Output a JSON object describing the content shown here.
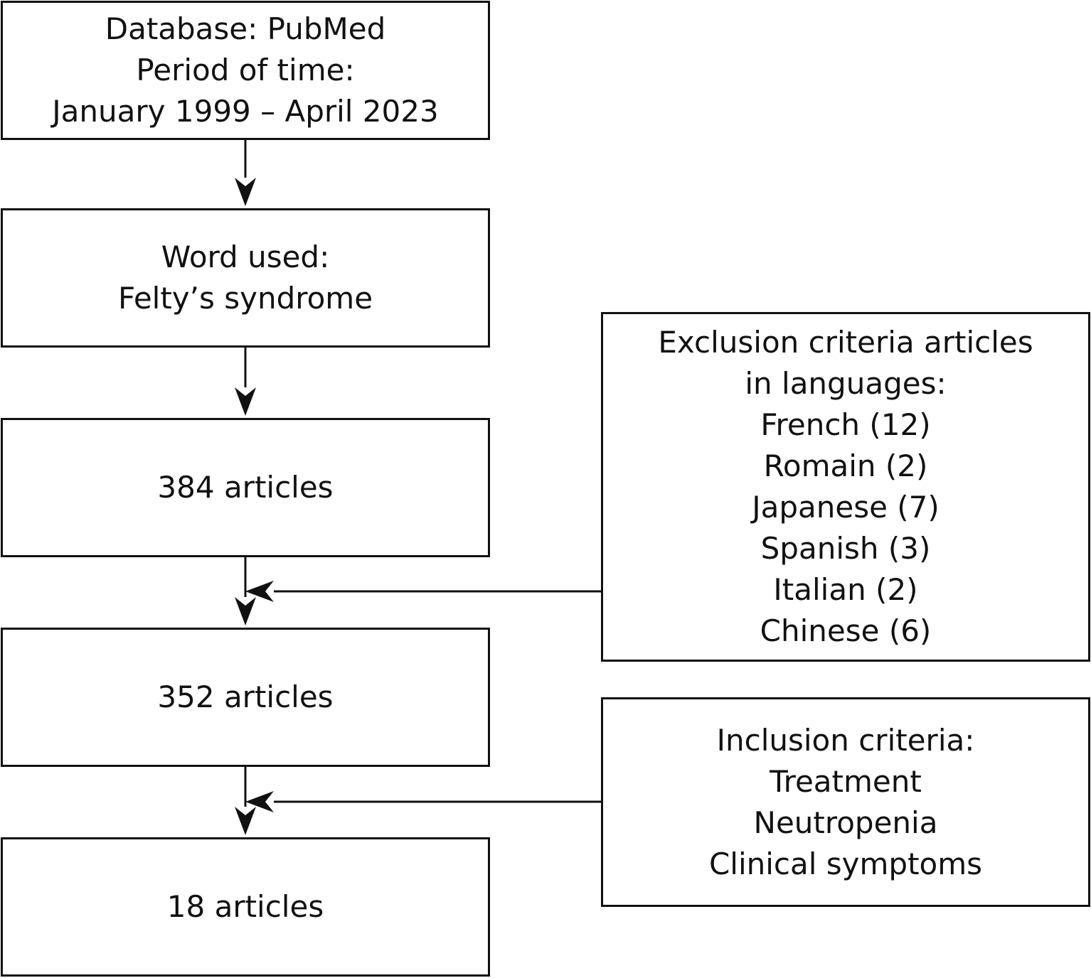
{
  "boxes": {
    "database": {
      "lines": [
        "Database: PubMed",
        "Period of time:",
        "January 1999 – April 2023"
      ]
    },
    "word": {
      "lines": [
        "Word used:",
        "Felty’s syndrome"
      ]
    },
    "count_384": {
      "text": "384 articles"
    },
    "count_352": {
      "text": "352 articles"
    },
    "count_18": {
      "text": "18 articles"
    },
    "exclusion": {
      "lines": [
        "Exclusion criteria articles",
        "in languages:",
        "French (12)",
        "Romain (2)",
        "Japanese (7)",
        "Spanish (3)",
        "Italian (2)",
        "Chinese (6)"
      ]
    },
    "inclusion": {
      "lines": [
        "Inclusion criteria:",
        "Treatment",
        "Neutropenia",
        "Clinical symptoms"
      ]
    }
  },
  "colors": {
    "stroke": "#111111",
    "background": "#ffffff"
  }
}
